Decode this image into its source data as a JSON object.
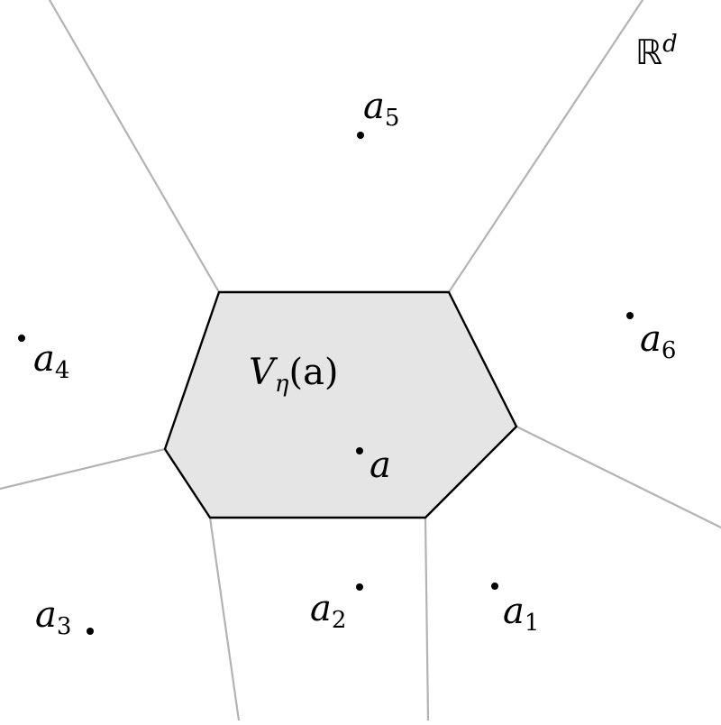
{
  "diagram": {
    "space": {
      "symbol": "ℝ",
      "exponent": "d"
    },
    "cell": {
      "symbol": "V",
      "subscript": "η",
      "argument": "(a)"
    },
    "center_label": "a",
    "sites": [
      {
        "base": "a",
        "index": "1"
      },
      {
        "base": "a",
        "index": "2"
      },
      {
        "base": "a",
        "index": "3"
      },
      {
        "base": "a",
        "index": "4"
      },
      {
        "base": "a",
        "index": "5"
      },
      {
        "base": "a",
        "index": "6"
      }
    ],
    "colors": {
      "cell_fill": "#e5e5e5",
      "cell_border": "#000000",
      "neighbor_edges": "#b3b3b3",
      "points": "#000000"
    }
  }
}
